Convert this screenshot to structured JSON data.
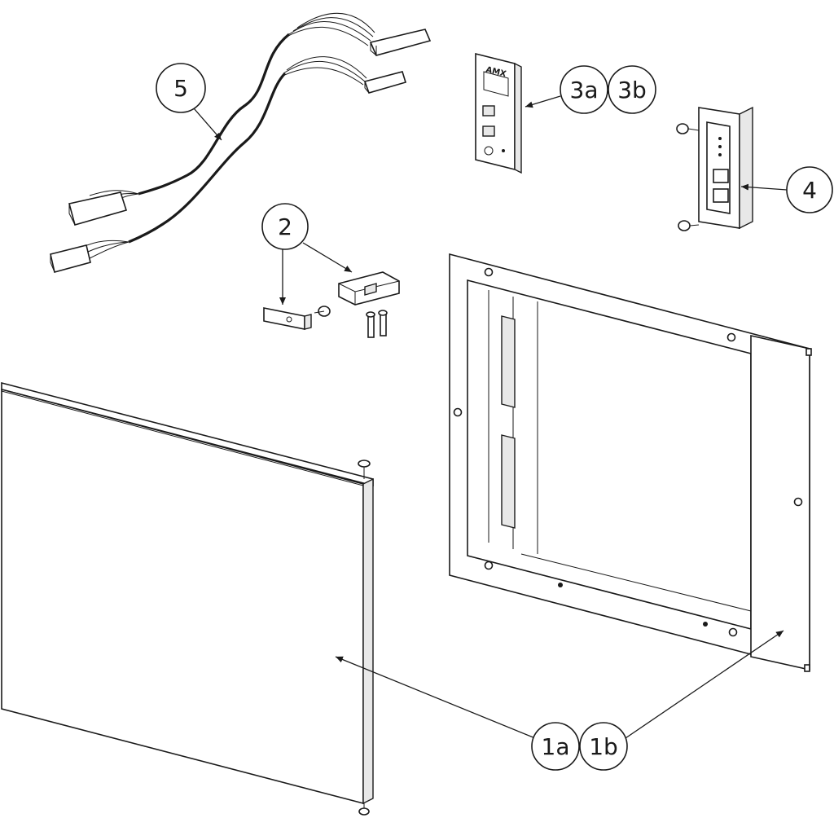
{
  "callouts": {
    "c1a": "1a",
    "c1b": "1b",
    "c2": "2",
    "c3a": "3a",
    "c3b": "3b",
    "c4": "4",
    "c5": "5"
  },
  "colors": {
    "ink": "#1a1a1a",
    "paper": "#ffffff",
    "fill_grey": "#e8e8e8"
  }
}
